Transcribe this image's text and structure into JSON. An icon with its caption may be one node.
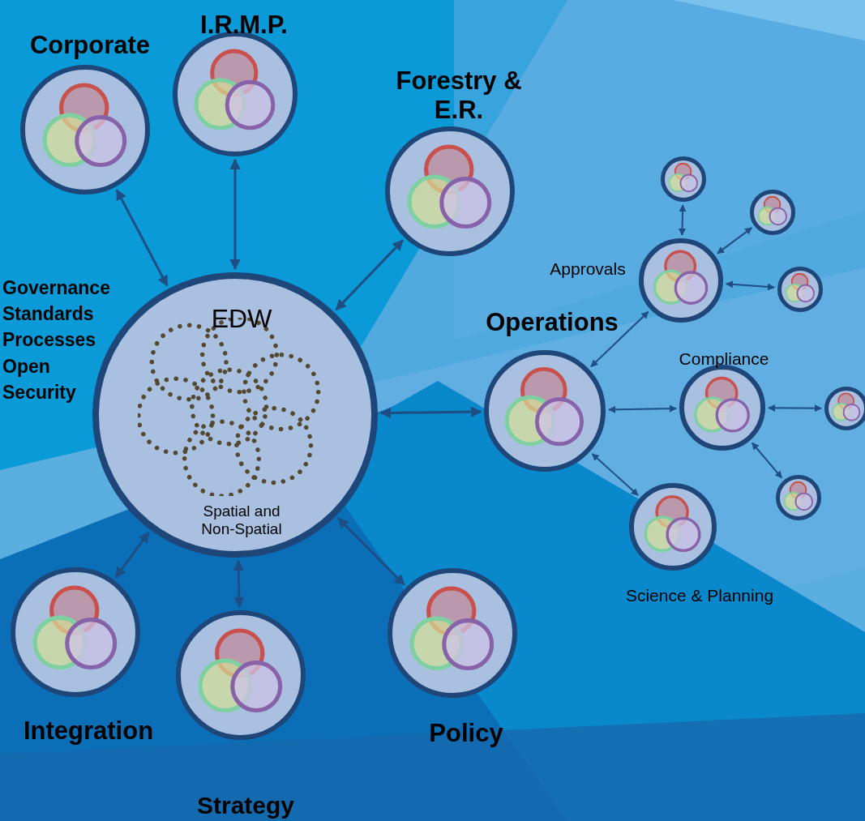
{
  "diagram": {
    "nodes": [
      {
        "text": [
          "EDW",
          "Spatial and Non-Spatial"
        ]
      },
      {
        "text": [
          "Corporate"
        ]
      },
      {
        "text": [
          "I.R.M.P."
        ]
      },
      {
        "text": [
          "Forestry & E.R."
        ]
      },
      {
        "text": [
          "Operations"
        ]
      },
      {
        "text": [
          "Approvals"
        ]
      },
      {
        "text": [],
        "shape": "circle"
      },
      {
        "text": [],
        "shape": "circle"
      },
      {
        "text": [],
        "shape": "circle"
      },
      {
        "text": [
          "Compliance"
        ]
      },
      {
        "text": [],
        "shape": "circle"
      },
      {
        "text": [],
        "shape": "circle"
      },
      {
        "text": [
          "Science & Planning"
        ]
      },
      {
        "text": [
          "Integration"
        ]
      },
      {
        "text": [
          "Strategy"
        ]
      },
      {
        "text": [
          "Policy"
        ]
      }
    ],
    "edges": [
      {
        "from": 0,
        "to": 1,
        "arrow": "both"
      },
      {
        "from": 0,
        "to": 2,
        "arrow": "both"
      },
      {
        "from": 0,
        "to": 3,
        "arrow": "both"
      },
      {
        "from": 0,
        "to": 4,
        "arrow": "both"
      },
      {
        "from": 0,
        "to": 13,
        "arrow": "both"
      },
      {
        "from": 0,
        "to": 14,
        "arrow": "both"
      },
      {
        "from": 0,
        "to": 15,
        "arrow": "both"
      },
      {
        "from": 4,
        "to": 5,
        "arrow": "both"
      },
      {
        "from": 4,
        "to": 9,
        "arrow": "both"
      },
      {
        "from": 4,
        "to": 12,
        "arrow": "both"
      },
      {
        "from": 5,
        "to": 6,
        "arrow": "both"
      },
      {
        "from": 5,
        "to": 7,
        "arrow": "both"
      },
      {
        "from": 5,
        "to": 8,
        "arrow": "both"
      },
      {
        "from": 9,
        "to": 10,
        "arrow": "both"
      },
      {
        "from": 9,
        "to": 11,
        "arrow": "both"
      }
    ],
    "labels": [
      "Governance",
      "Standards",
      "Processes",
      "Open",
      "Security"
    ]
  }
}
